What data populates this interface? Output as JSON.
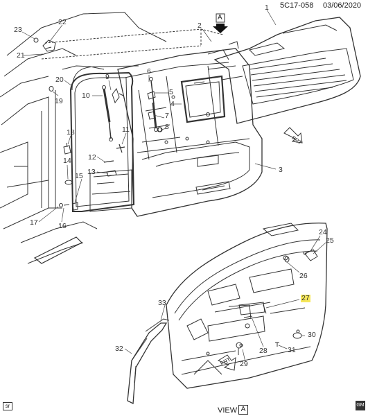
{
  "header": {
    "code": "5C17-058",
    "date": "03/06/2020"
  },
  "view_flag": "A",
  "view_label": "VIEW",
  "view_letter": "A",
  "footer_left": "sr",
  "footer_right": "GM",
  "front_arrow_label": "FRT",
  "callouts": {
    "c1": "1",
    "c2": "2",
    "c3": "3",
    "c4": "4",
    "c5": "5",
    "c6": "6",
    "c7": "7",
    "c8": "8",
    "c9": "9",
    "c10": "10",
    "c11": "11",
    "c12": "12",
    "c13": "13",
    "c14": "14",
    "c15": "15",
    "c16": "16",
    "c17": "17",
    "c18": "18",
    "c19": "19",
    "c20": "20",
    "c21": "21",
    "c22": "22",
    "c23": "23",
    "c24": "24",
    "c25": "25",
    "c26": "26",
    "c27": "27",
    "c28": "28",
    "c29": "29",
    "c30": "30",
    "c31": "31",
    "c32": "32",
    "c33": "33"
  }
}
